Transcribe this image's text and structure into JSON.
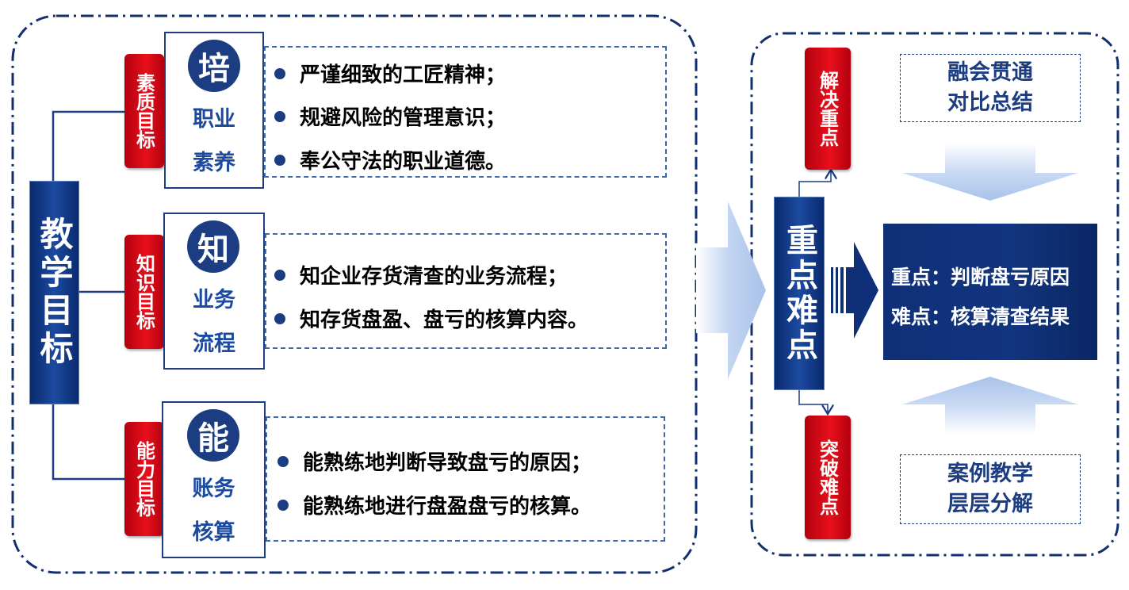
{
  "teaching_goals": {
    "label": "教学目标",
    "categories": [
      {
        "tag": "素质目标",
        "circle_char": "培",
        "subtitle_lines": [
          "职业",
          "素养"
        ],
        "bullets": [
          "严谨细致的工匠精神；",
          "规避风险的管理意识；",
          "奉公守法的职业道德。"
        ]
      },
      {
        "tag": "知识目标",
        "circle_char": "知",
        "subtitle_lines": [
          "业务",
          "流程"
        ],
        "bullets": [
          "知企业存货清查的业务流程；",
          "知存货盘盈、盘亏的核算内容。"
        ]
      },
      {
        "tag": "能力目标",
        "circle_char": "能",
        "subtitle_lines": [
          "账务",
          "核算"
        ],
        "bullets": [
          "能熟练地判断导致盘亏的原因；",
          "能熟练地进行盘盈盘亏的核算。"
        ]
      }
    ]
  },
  "key_points": {
    "label": "重点难点",
    "solve_tag": "解决重点",
    "break_tag": "突破难点",
    "top_method": [
      "融会贯通",
      "对比总结"
    ],
    "bottom_method": [
      "案例教学",
      "层层分解"
    ],
    "center_lines": [
      "重点：判断盘亏原因",
      "难点：核算清查结果"
    ]
  },
  "colors": {
    "navy": "#1c3d82",
    "red": "#e8101c",
    "arrow_light": "#b8cdee"
  }
}
